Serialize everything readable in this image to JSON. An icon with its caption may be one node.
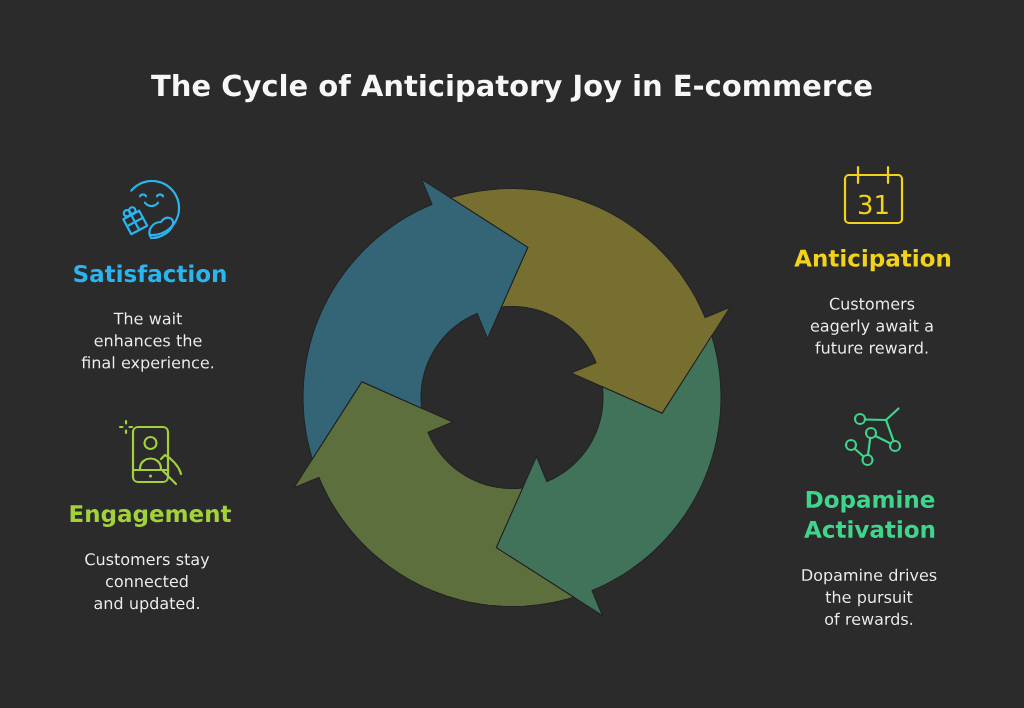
{
  "diagram": {
    "title": "The Cycle of Anticipatory Joy in E-commerce",
    "nodes": [
      {
        "text": [],
        "shape": "arrow",
        "beside": [
          "Anticipation",
          "Customers eagerly await a future reward."
        ]
      },
      {
        "text": [],
        "shape": "arrow",
        "beside": [
          "Dopamine Activation",
          "Dopamine drives the pursuit of rewards."
        ]
      },
      {
        "text": [],
        "shape": "arrow",
        "beside": [
          "Engagement",
          "Customers stay connected and updated."
        ]
      },
      {
        "text": [],
        "shape": "arrow",
        "beside": [
          "Satisfaction",
          "The wait enhances the final experience."
        ]
      }
    ],
    "labels": [
      "31"
    ]
  }
}
